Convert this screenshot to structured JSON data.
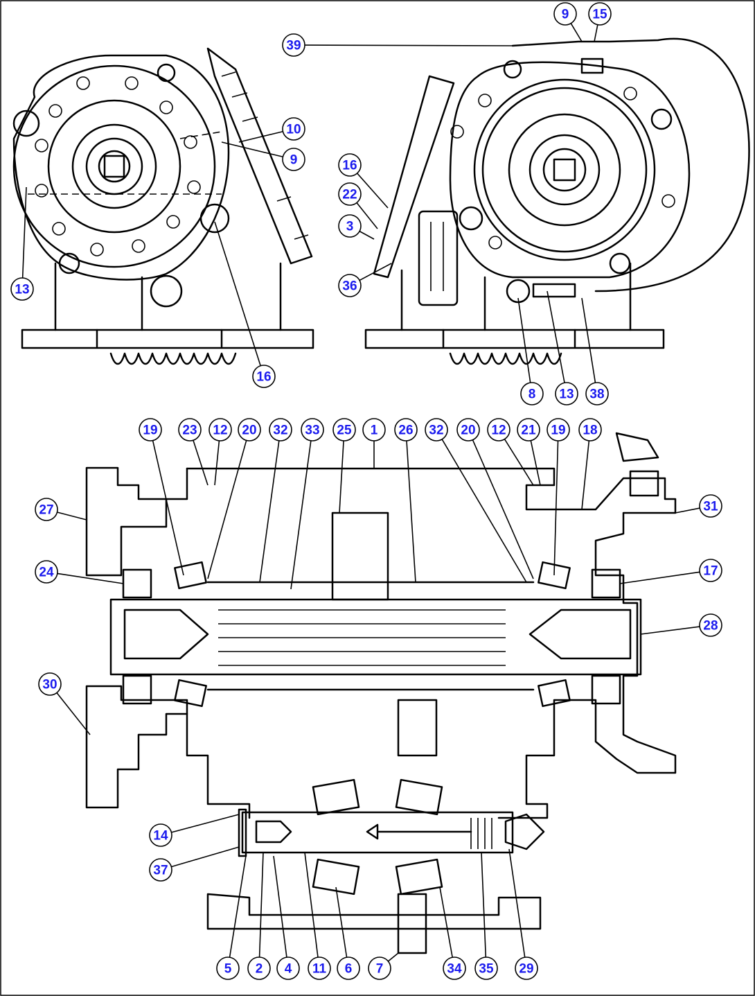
{
  "callouts": [
    {
      "id": "39"
    },
    {
      "id": "9"
    },
    {
      "id": "15"
    },
    {
      "id": "10"
    },
    {
      "id": "9"
    },
    {
      "id": "16"
    },
    {
      "id": "22"
    },
    {
      "id": "3"
    },
    {
      "id": "36"
    },
    {
      "id": "13"
    },
    {
      "id": "16"
    },
    {
      "id": "8"
    },
    {
      "id": "13"
    },
    {
      "id": "38"
    },
    {
      "id": "19"
    },
    {
      "id": "23"
    },
    {
      "id": "12"
    },
    {
      "id": "20"
    },
    {
      "id": "32"
    },
    {
      "id": "33"
    },
    {
      "id": "25"
    },
    {
      "id": "1"
    },
    {
      "id": "26"
    },
    {
      "id": "32"
    },
    {
      "id": "20"
    },
    {
      "id": "12"
    },
    {
      "id": "21"
    },
    {
      "id": "19"
    },
    {
      "id": "18"
    },
    {
      "id": "27"
    },
    {
      "id": "31"
    },
    {
      "id": "24"
    },
    {
      "id": "17"
    },
    {
      "id": "28"
    },
    {
      "id": "30"
    },
    {
      "id": "14"
    },
    {
      "id": "37"
    },
    {
      "id": "5"
    },
    {
      "id": "2"
    },
    {
      "id": "4"
    },
    {
      "id": "11"
    },
    {
      "id": "6"
    },
    {
      "id": "7"
    },
    {
      "id": "34"
    },
    {
      "id": "35"
    },
    {
      "id": "29"
    }
  ]
}
